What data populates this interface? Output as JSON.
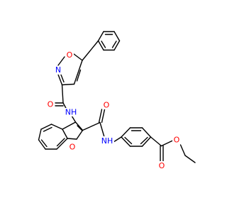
{
  "molecule": {
    "atom_labels": {
      "isoxazole_o": "O",
      "isoxazole_n": "N",
      "amide1_o": "O",
      "amide1_nh": "NH",
      "benzofuran_o": "O",
      "amide2_o": "O",
      "amide2_nh": "NH",
      "ester_carbonyl_o": "O",
      "ester_o": "O"
    },
    "colors": {
      "bond": "#000000",
      "oxygen": "#ff0000",
      "nitrogen": "#0000ff"
    }
  }
}
